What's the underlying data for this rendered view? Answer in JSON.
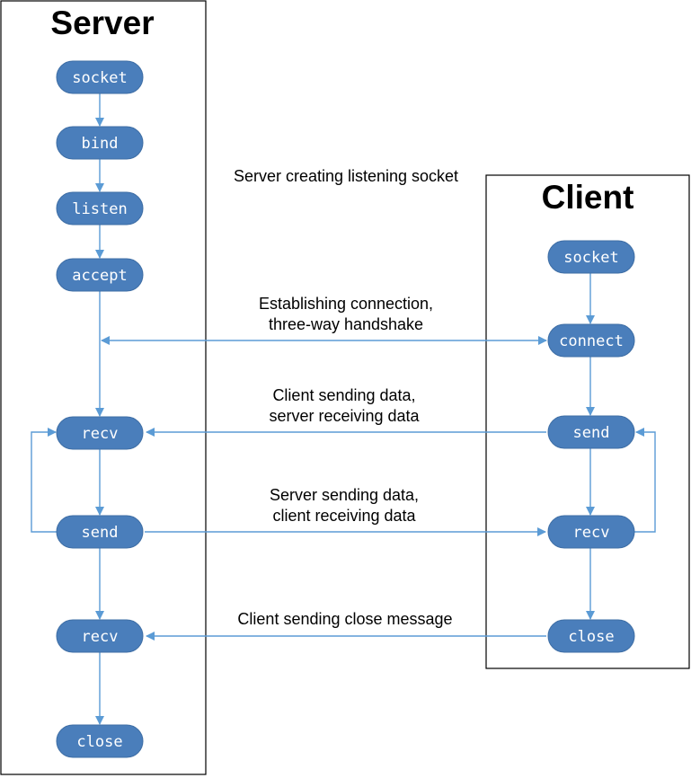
{
  "server": {
    "title": "Server",
    "nodes": {
      "socket": "socket",
      "bind": "bind",
      "listen": "listen",
      "accept": "accept",
      "recv1": "recv",
      "send": "send",
      "recv2": "recv",
      "close": "close"
    }
  },
  "client": {
    "title": "Client",
    "nodes": {
      "socket": "socket",
      "connect": "connect",
      "send": "send",
      "recv": "recv",
      "close": "close"
    }
  },
  "annotations": {
    "listening": "Server creating listening socket",
    "handshake_1": "Establishing connection,",
    "handshake_2": "three-way handshake",
    "client_send_1": "Client sending data,",
    "client_send_2": "server receiving data",
    "server_send_1": "Server sending data,",
    "server_send_2": "client receiving data",
    "close_msg": "Client sending close message"
  },
  "colors": {
    "node_fill": "#4a7ebb",
    "arrow": "#5b9bd5",
    "border": "#000000"
  }
}
